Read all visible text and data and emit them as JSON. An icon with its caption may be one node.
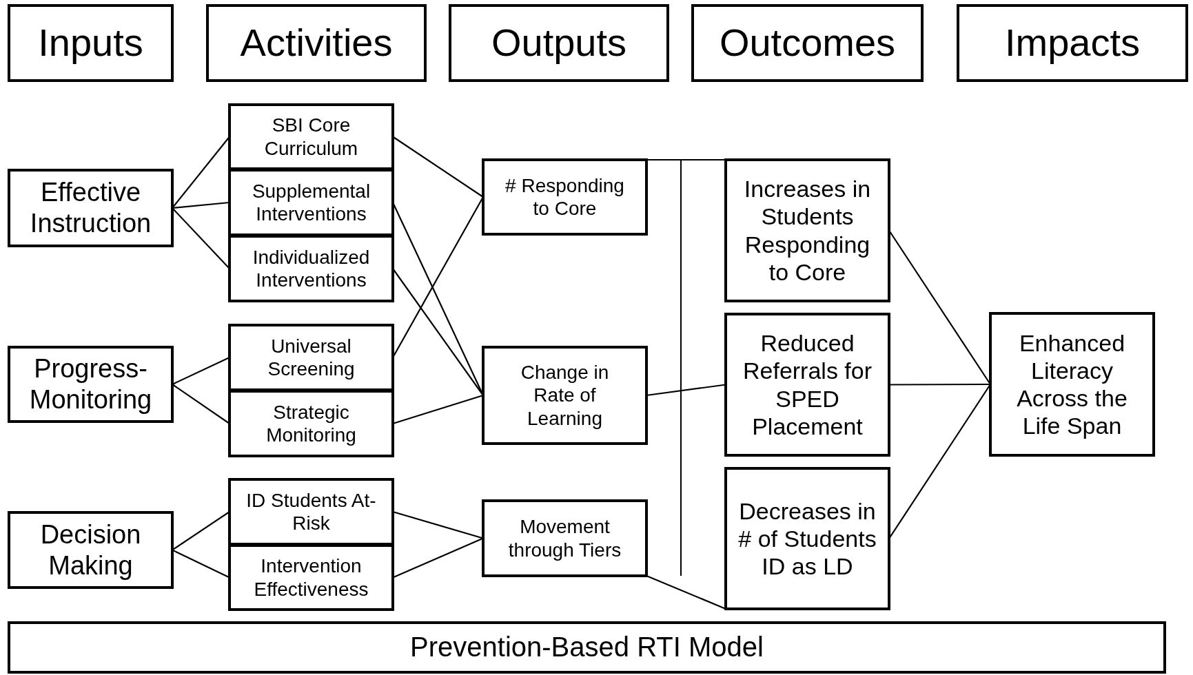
{
  "diagram": {
    "nodes": [
      {
        "text": [
          "Inputs"
        ]
      },
      {
        "text": [
          "Activities"
        ]
      },
      {
        "text": [
          "Outputs"
        ]
      },
      {
        "text": [
          "Outcomes"
        ]
      },
      {
        "text": [
          "Impacts"
        ]
      },
      {
        "text": [
          "Effective Instruction"
        ]
      },
      {
        "text": [
          "Progress-Monitoring"
        ]
      },
      {
        "text": [
          "Decision Making"
        ]
      },
      {
        "text": [
          "SBI Core Curriculum"
        ]
      },
      {
        "text": [
          "Supplemental Interventions"
        ]
      },
      {
        "text": [
          "Individualized Interventions"
        ]
      },
      {
        "text": [
          "Universal Screening"
        ]
      },
      {
        "text": [
          "Strategic Monitoring"
        ]
      },
      {
        "text": [
          "ID Students At-Risk"
        ]
      },
      {
        "text": [
          "Intervention Effectiveness"
        ]
      },
      {
        "text": [
          "# Responding to Core"
        ]
      },
      {
        "text": [
          "Change in Rate of Learning"
        ]
      },
      {
        "text": [
          "Movement through Tiers"
        ]
      },
      {
        "text": [
          "Increases in Students Responding to Core"
        ]
      },
      {
        "text": [
          "Reduced Referrals for SPED Placement"
        ]
      },
      {
        "text": [
          "Decreases in # of Students ID as LD"
        ]
      },
      {
        "text": [
          "Enhanced Literacy Across the Life Span"
        ]
      },
      {
        "text": [
          "Prevention-Based RTI Model"
        ]
      }
    ],
    "edges": [
      {
        "from": 5,
        "to": 8,
        "arrow": "none"
      },
      {
        "from": 5,
        "to": 9,
        "arrow": "none"
      },
      {
        "from": 5,
        "to": 10,
        "arrow": "none"
      },
      {
        "from": 6,
        "to": 11,
        "arrow": "none"
      },
      {
        "from": 6,
        "to": 12,
        "arrow": "none"
      },
      {
        "from": 7,
        "to": 13,
        "arrow": "none"
      },
      {
        "from": 7,
        "to": 14,
        "arrow": "none"
      },
      {
        "from": 8,
        "to": 15,
        "arrow": "none"
      },
      {
        "from": 9,
        "to": 16,
        "arrow": "none"
      },
      {
        "from": 10,
        "to": 16,
        "arrow": "none"
      },
      {
        "from": 11,
        "to": 15,
        "arrow": "none"
      },
      {
        "from": 12,
        "to": 16,
        "arrow": "none"
      },
      {
        "from": 13,
        "to": 17,
        "arrow": "none"
      },
      {
        "from": 14,
        "to": 17,
        "arrow": "none"
      },
      {
        "from": 15,
        "to": 18,
        "arrow": "none"
      },
      {
        "from": 16,
        "to": 19,
        "arrow": "none"
      },
      {
        "from": 17,
        "to": 20,
        "arrow": "none"
      },
      {
        "from": 18,
        "to": 21,
        "arrow": "none"
      },
      {
        "from": 19,
        "to": 21,
        "arrow": "none"
      },
      {
        "from": 20,
        "to": 21,
        "arrow": "none"
      }
    ]
  }
}
